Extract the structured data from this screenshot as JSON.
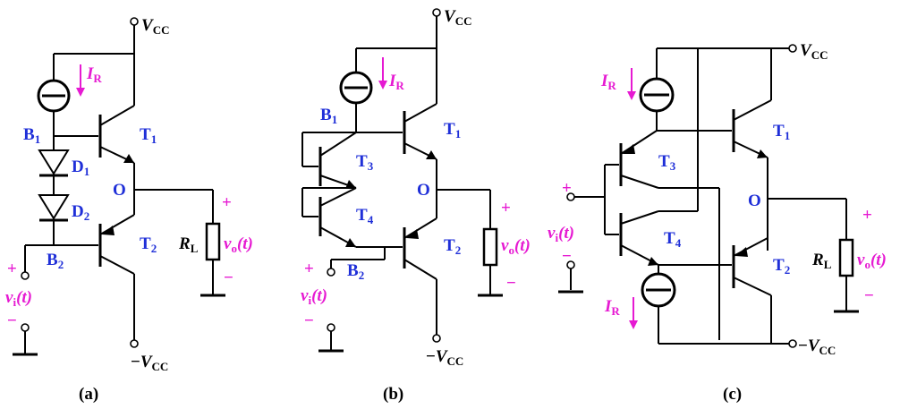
{
  "circuits": [
    {
      "caption": "(a)",
      "supply_pos": {
        "base": "V",
        "sub": "CC"
      },
      "supply_neg": {
        "prefix": "−",
        "base": "V",
        "sub": "CC"
      },
      "current_source": {
        "base": "I",
        "sub": "R"
      },
      "nodes": [
        {
          "base": "B",
          "sub": "1"
        },
        {
          "base": "B",
          "sub": "2"
        },
        {
          "base": "O",
          "sub": ""
        }
      ],
      "transistors": [
        {
          "base": "T",
          "sub": "1"
        },
        {
          "base": "T",
          "sub": "2"
        }
      ],
      "diodes": [
        {
          "base": "D",
          "sub": "1"
        },
        {
          "base": "D",
          "sub": "2"
        }
      ],
      "load": {
        "base": "R",
        "sub": "L"
      },
      "input": {
        "base": "v",
        "sub": "i",
        "arg": "(t)"
      },
      "output": {
        "base": "v",
        "sub": "o",
        "arg": "(t)"
      },
      "plus": "+",
      "minus": "−"
    },
    {
      "caption": "(b)",
      "supply_pos": {
        "base": "V",
        "sub": "CC"
      },
      "supply_neg": {
        "prefix": "−",
        "base": "V",
        "sub": "CC"
      },
      "current_source": {
        "base": "I",
        "sub": "R"
      },
      "nodes": [
        {
          "base": "B",
          "sub": "1"
        },
        {
          "base": "B",
          "sub": "2"
        },
        {
          "base": "O",
          "sub": ""
        }
      ],
      "transistors": [
        {
          "base": "T",
          "sub": "1"
        },
        {
          "base": "T",
          "sub": "2"
        },
        {
          "base": "T",
          "sub": "3"
        },
        {
          "base": "T",
          "sub": "4"
        }
      ],
      "input": {
        "base": "v",
        "sub": "i",
        "arg": "(t)"
      },
      "output": {
        "base": "v",
        "sub": "o",
        "arg": "(t)"
      },
      "plus": "+",
      "minus": "−"
    },
    {
      "caption": "(c)",
      "supply_pos": {
        "base": "V",
        "sub": "CC"
      },
      "supply_neg": {
        "prefix": "−",
        "base": "V",
        "sub": "CC"
      },
      "current_source": {
        "base": "I",
        "sub": "R"
      },
      "nodes": [
        {
          "base": "O",
          "sub": ""
        }
      ],
      "transistors": [
        {
          "base": "T",
          "sub": "1"
        },
        {
          "base": "T",
          "sub": "2"
        },
        {
          "base": "T",
          "sub": "3"
        },
        {
          "base": "T",
          "sub": "4"
        }
      ],
      "load": {
        "base": "R",
        "sub": "L"
      },
      "input": {
        "base": "v",
        "sub": "i",
        "arg": "(t)"
      },
      "output": {
        "base": "v",
        "sub": "o",
        "arg": "(t)"
      },
      "plus": "+",
      "minus": "−"
    }
  ],
  "colors": {
    "node_labels": "#1f2fd8",
    "signals": "#e61ad2",
    "wires": "#000000"
  }
}
